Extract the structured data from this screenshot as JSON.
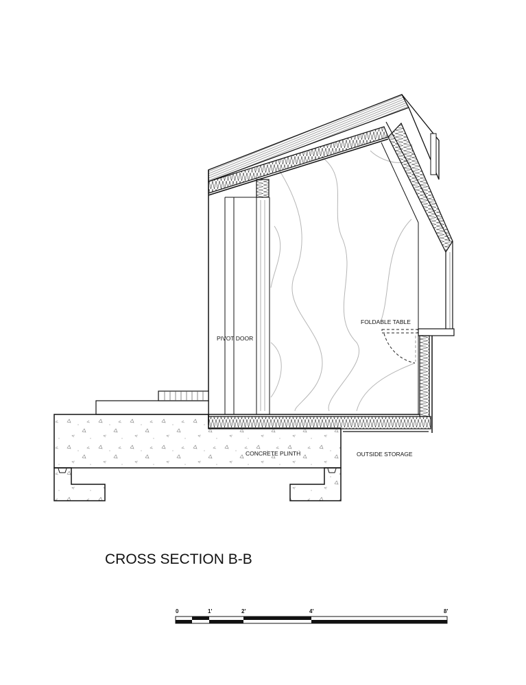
{
  "drawing": {
    "title": "CROSS SECTION B-B",
    "labels": {
      "pivot_door": "PIVOT DOOR",
      "foldable_table": "FOLDABLE TABLE",
      "concrete_plinth": "CONCRETE PLINTH",
      "outside_storage": "OUTSIDE STORAGE"
    },
    "scale_bar": {
      "ticks": [
        "0",
        "1'",
        "2'",
        "4'",
        "8'"
      ]
    },
    "colors": {
      "line": "#111111",
      "contour": "#b0b0b0",
      "background": "#ffffff"
    }
  }
}
